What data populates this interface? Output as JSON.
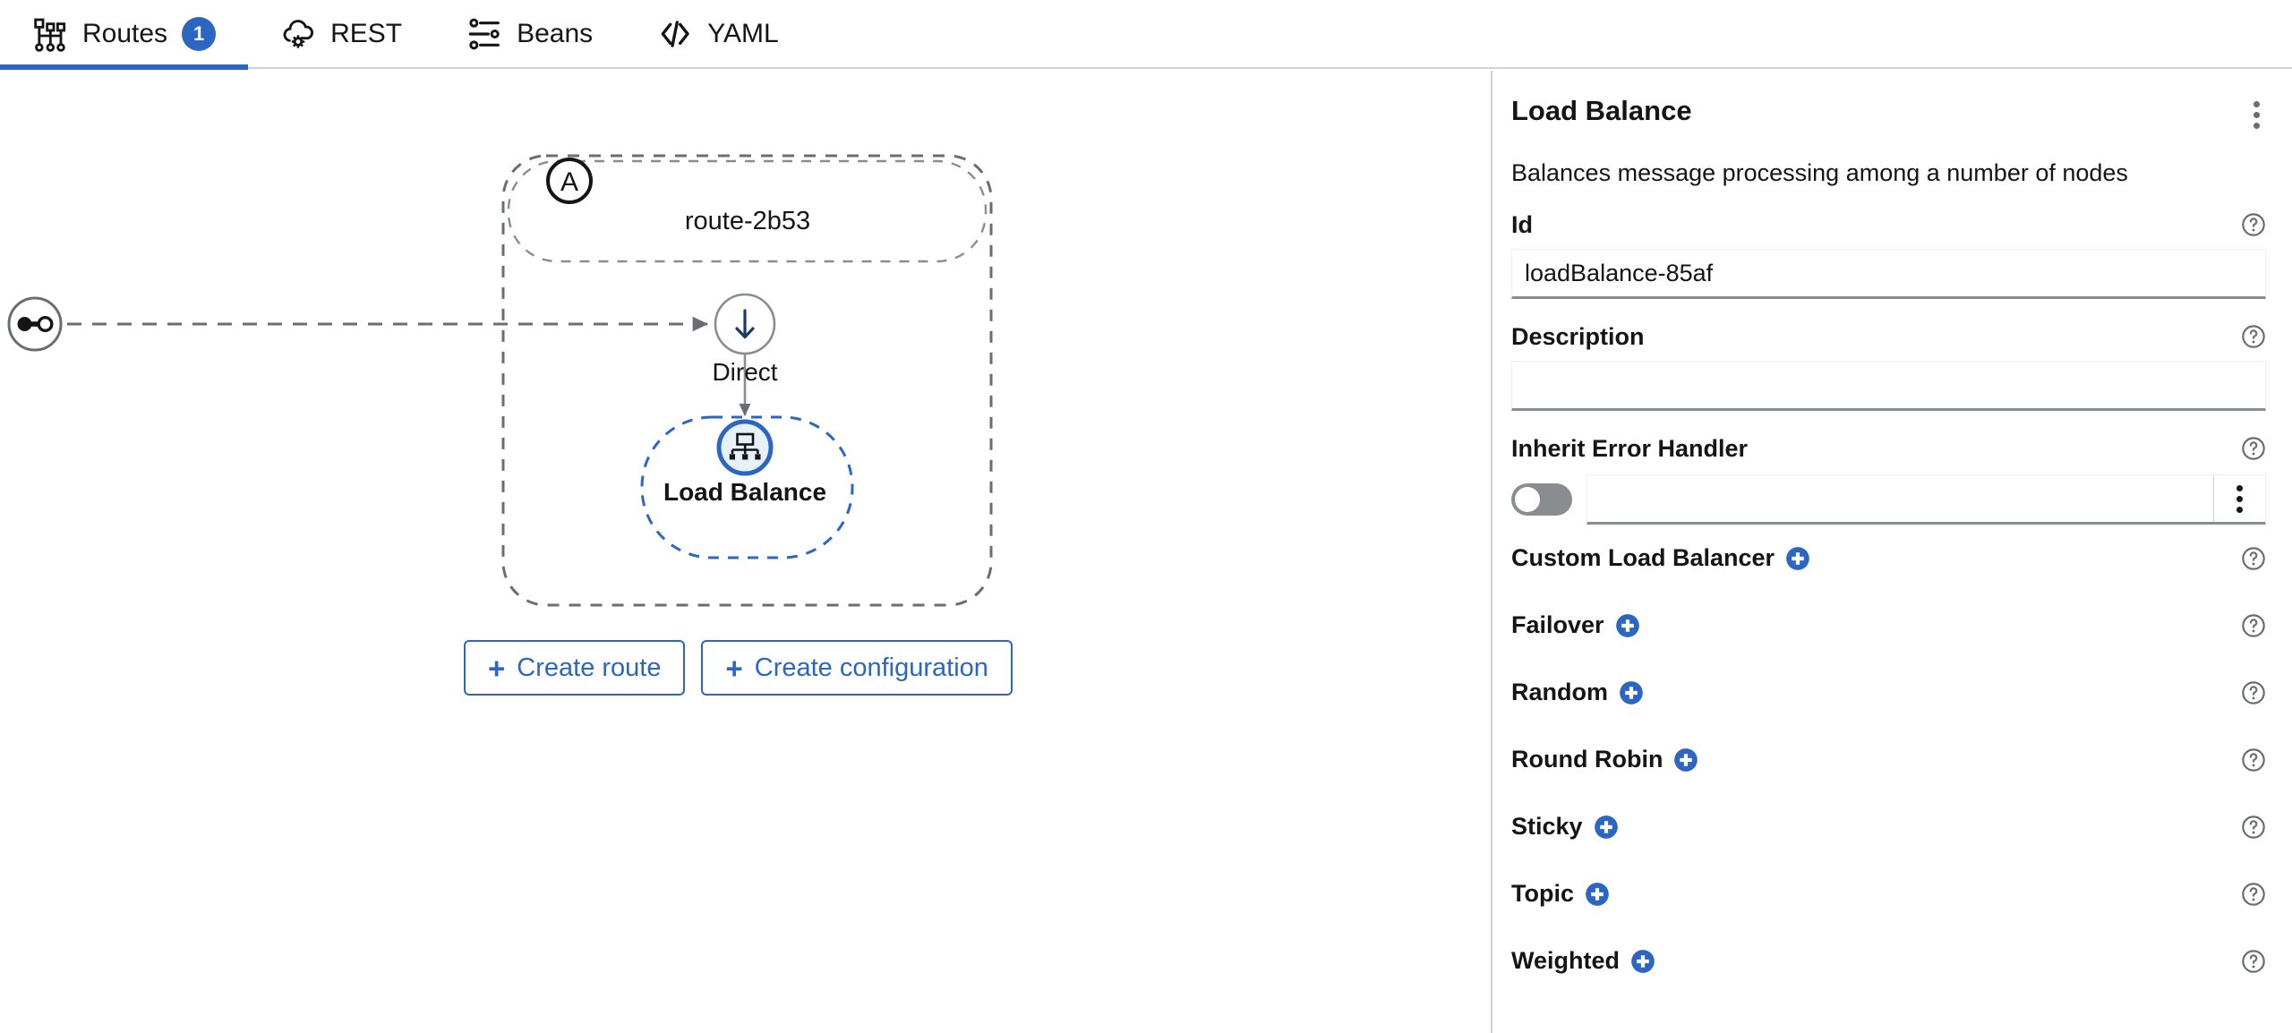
{
  "tabs": [
    {
      "label": "Routes",
      "icon": "routes-tree-icon",
      "badge": "1",
      "active": true
    },
    {
      "label": "REST",
      "icon": "rest-cloud-gear-icon",
      "badge": "",
      "active": false
    },
    {
      "label": "Beans",
      "icon": "beans-sliders-icon",
      "badge": "",
      "active": false
    },
    {
      "label": "YAML",
      "icon": "yaml-code-brackets-icon",
      "badge": "",
      "active": false
    }
  ],
  "canvas": {
    "entry_node": {
      "icon": "direct-endpoint-link-icon",
      "label": ""
    },
    "route_group": {
      "badge": "A",
      "name": "route-2b53"
    },
    "nodes": [
      {
        "label": "Direct",
        "icon": "arrow-down-icon",
        "selected": false
      },
      {
        "label": "Load Balance",
        "icon": "load-balance-tree-icon",
        "selected": true
      }
    ],
    "buttons": [
      {
        "label": "Create route",
        "icon": "plus-icon"
      },
      {
        "label": "Create configuration",
        "icon": "plus-icon"
      }
    ]
  },
  "panel": {
    "title": "Load Balance",
    "kebab_icon": "kebab-vertical-icon",
    "description": "Balances message processing among a number of nodes",
    "fields": [
      {
        "label": "Id",
        "type": "text",
        "value": "loadBalance-85af",
        "placeholder": "",
        "help_icon": "help-circle-icon"
      },
      {
        "label": "Description",
        "type": "text",
        "value": "",
        "placeholder": "",
        "help_icon": "help-circle-icon"
      },
      {
        "label": "Inherit Error Handler",
        "type": "toggle-combo",
        "toggle_on": false,
        "value": "",
        "placeholder": "",
        "help_icon": "help-circle-icon",
        "menu_icon": "kebab-vertical-icon"
      }
    ],
    "balancer_rows": [
      {
        "label": "Custom Load Balancer",
        "add_icon": "plus-circle-icon",
        "help_icon": "help-circle-icon"
      },
      {
        "label": "Failover",
        "add_icon": "plus-circle-icon",
        "help_icon": "help-circle-icon"
      },
      {
        "label": "Random",
        "add_icon": "plus-circle-icon",
        "help_icon": "help-circle-icon"
      },
      {
        "label": "Round Robin",
        "add_icon": "plus-circle-icon",
        "help_icon": "help-circle-icon"
      },
      {
        "label": "Sticky",
        "add_icon": "plus-circle-icon",
        "help_icon": "help-circle-icon"
      },
      {
        "label": "Topic",
        "add_icon": "plus-circle-icon",
        "help_icon": "help-circle-icon"
      },
      {
        "label": "Weighted",
        "add_icon": "plus-circle-icon",
        "help_icon": "help-circle-icon"
      }
    ]
  },
  "colors": {
    "accent": "#2b66c3",
    "selected_node_border": "#2b66c3",
    "selected_node_fill": "#e7f1fa",
    "dashed_gray": "#6a6e73",
    "text": "#151515",
    "border": "#d2d2d2",
    "toggle_off": "#8a8d90"
  }
}
